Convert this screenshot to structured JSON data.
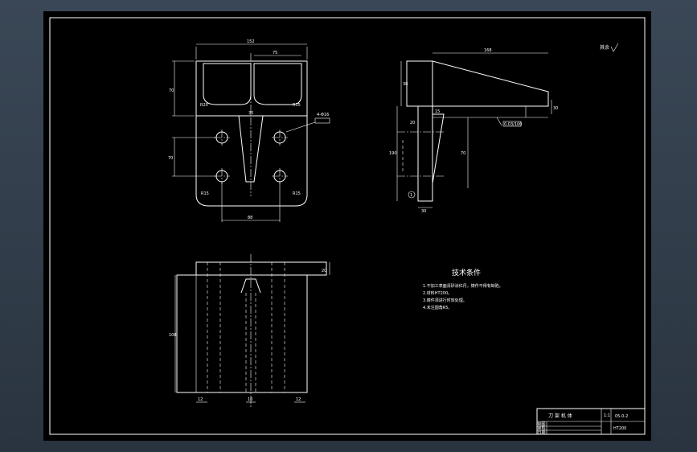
{
  "colors": {
    "background": "#2c3540",
    "sheet": "#000000",
    "lines": "#ffffff"
  },
  "front_view": {
    "dims": {
      "width_top": "152",
      "slot": "75",
      "height_upper": "70",
      "height_holes": "70",
      "width_bottom": "88",
      "center": "30"
    },
    "callouts": {
      "r_left": "R20",
      "r_right": "R15",
      "hole_ref": "4-Φ16",
      "chamfer_left": "R15",
      "chamfer_right": "R15"
    }
  },
  "side_view": {
    "dims": {
      "top_length": "168",
      "height_left": "38",
      "tail": "30",
      "height_total": "190",
      "rib_height": "70",
      "bottom": "30",
      "rib_top": "15",
      "small": "20"
    },
    "callouts": {
      "ref_box": "0.03/100",
      "marker": "1"
    }
  },
  "bottom_view": {
    "dims": {
      "height": "108",
      "side_right": "20",
      "bottom_left": "12",
      "bottom_mid": "10",
      "bottom_right": "12"
    }
  },
  "roughness": {
    "label": "其余"
  },
  "notes": {
    "title": "技术条件",
    "items": [
      "1.不加工表面清砂涂红丹，铸件不得有缺陷。",
      "2.材料HT200。",
      "3.铸件须进行时效处理。",
      "4.未注圆角R5。"
    ]
  },
  "title_block": {
    "name": "刀 架 机 体",
    "code": "05-0-2",
    "scale": "1:1",
    "labels": [
      "制图",
      "审核",
      "日期"
    ],
    "material": "HT200"
  }
}
